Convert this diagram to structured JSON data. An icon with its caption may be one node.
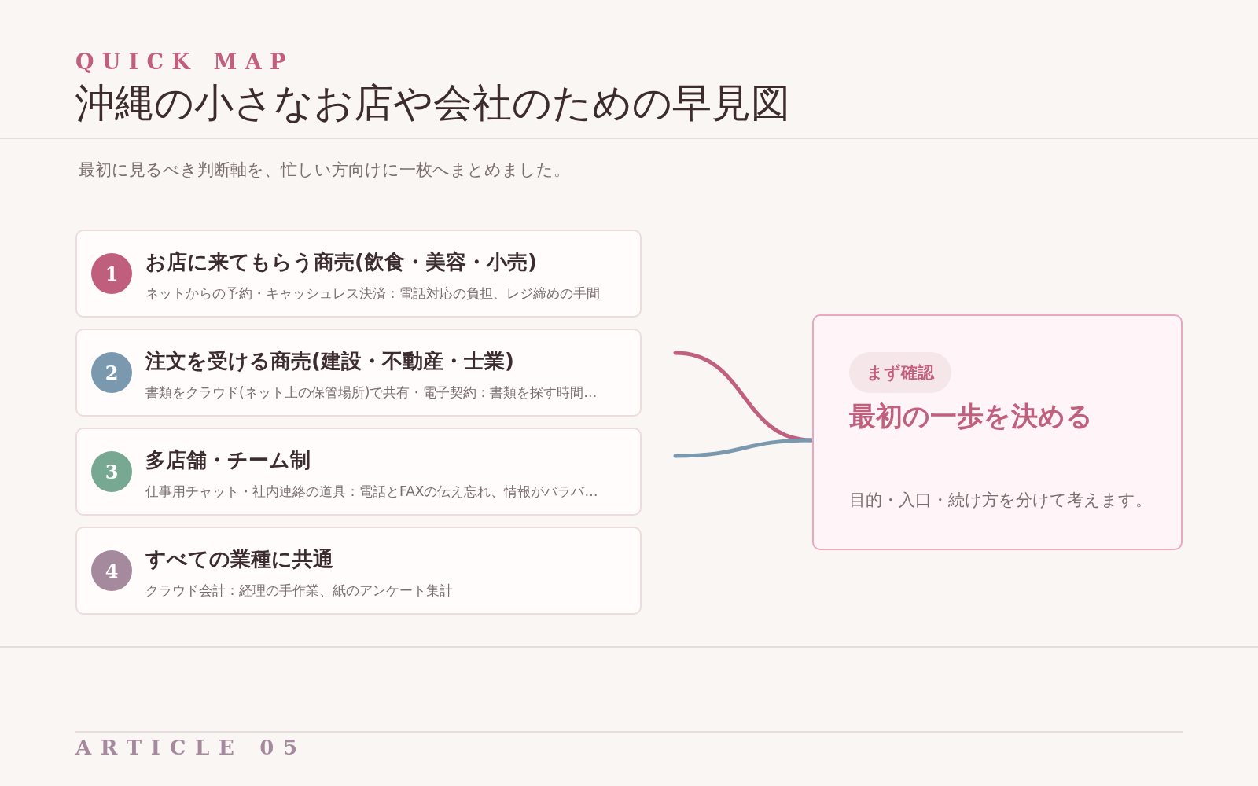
{
  "diagram": {
    "title": "沖縄の小さなお店や会社のための早見図",
    "nodes": [
      {
        "text": [
          "お店に来てもらう商売(飲食・美容・小売)",
          "ネットからの予約・キャッシュレス決済：電話対応の負担、レジ締めの手間"
        ]
      },
      {
        "text": [
          "1"
        ],
        "in": 0
      },
      {
        "text": [
          "注文を受ける商売(建設・不動産・士業)",
          "書類をクラウド(ネット上の保管場所)で共有・電子契約：書類を探す時間…"
        ]
      },
      {
        "text": [
          "2"
        ],
        "in": 2
      },
      {
        "text": [
          "多店舗・チーム制",
          "仕事用チャット・社内連絡の道具：電話とFAXの伝え忘れ、情報がバラバ…"
        ]
      },
      {
        "text": [
          "3"
        ],
        "in": 4
      },
      {
        "text": [
          "すべての業種に共通",
          "クラウド会計：経理の手作業、紙のアンケート集計"
        ]
      },
      {
        "text": [
          "4"
        ],
        "in": 6
      },
      {
        "text": [
          "最初の一歩を決める",
          "目的・入口・続け方を分けて考えます。"
        ]
      },
      {
        "text": [
          "まず確認"
        ],
        "in": 8
      }
    ],
    "edges": [
      {
        "from": null,
        "to": 8,
        "arrow": "none",
        "color": "#c0607e"
      },
      {
        "from": null,
        "to": 8,
        "arrow": "none",
        "color": "#7b99ae"
      }
    ],
    "labels": [
      "QUICK MAP",
      "最初に見るべき判断軸を、忙しい方向けに一枚へまとめました。",
      "ARTICLE 05"
    ]
  }
}
